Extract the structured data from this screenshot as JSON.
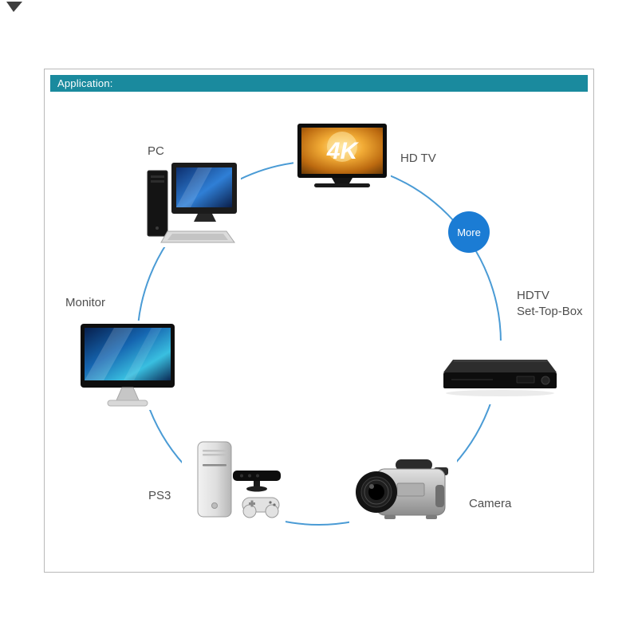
{
  "header": {
    "label": "Application:"
  },
  "colors": {
    "header_bg": "#1a8a9e",
    "ring": "#4a9bd5",
    "more_bg": "#1b7cd4",
    "label_text": "#4f4f4f"
  },
  "diagram": {
    "nodes": {
      "pc": {
        "label": "PC"
      },
      "hdtv": {
        "label": "HD TV",
        "screen_text": "4K"
      },
      "more": {
        "label": "More"
      },
      "set_top_box": {
        "label_line1": "HDTV",
        "label_line2": "Set-Top-Box"
      },
      "monitor": {
        "label": "Monitor"
      },
      "ps3": {
        "label": "PS3"
      },
      "camera": {
        "label": "Camera"
      }
    }
  }
}
